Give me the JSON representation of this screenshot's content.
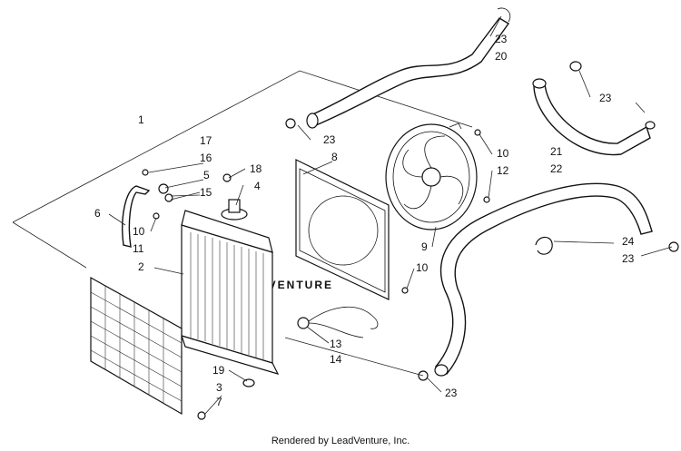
{
  "footer": "Rendered by LeadVenture, Inc.",
  "watermark": "LEADVENTURE",
  "callouts": {
    "c1": "1",
    "c2": "2",
    "c3": "3",
    "c4": "4",
    "c5": "5",
    "c6": "6",
    "c7": "7",
    "c8": "8",
    "c9": "9",
    "c10a": "10",
    "c10b": "10",
    "c10c": "10",
    "c11": "11",
    "c12": "12",
    "c13": "13",
    "c14": "14",
    "c15": "15",
    "c16": "16",
    "c17": "17",
    "c18": "18",
    "c19": "19",
    "c20": "20",
    "c21": "21",
    "c22": "22",
    "c23a": "23",
    "c23b": "23",
    "c23c": "23",
    "c23d": "23",
    "c23e": "23",
    "c24": "24"
  }
}
